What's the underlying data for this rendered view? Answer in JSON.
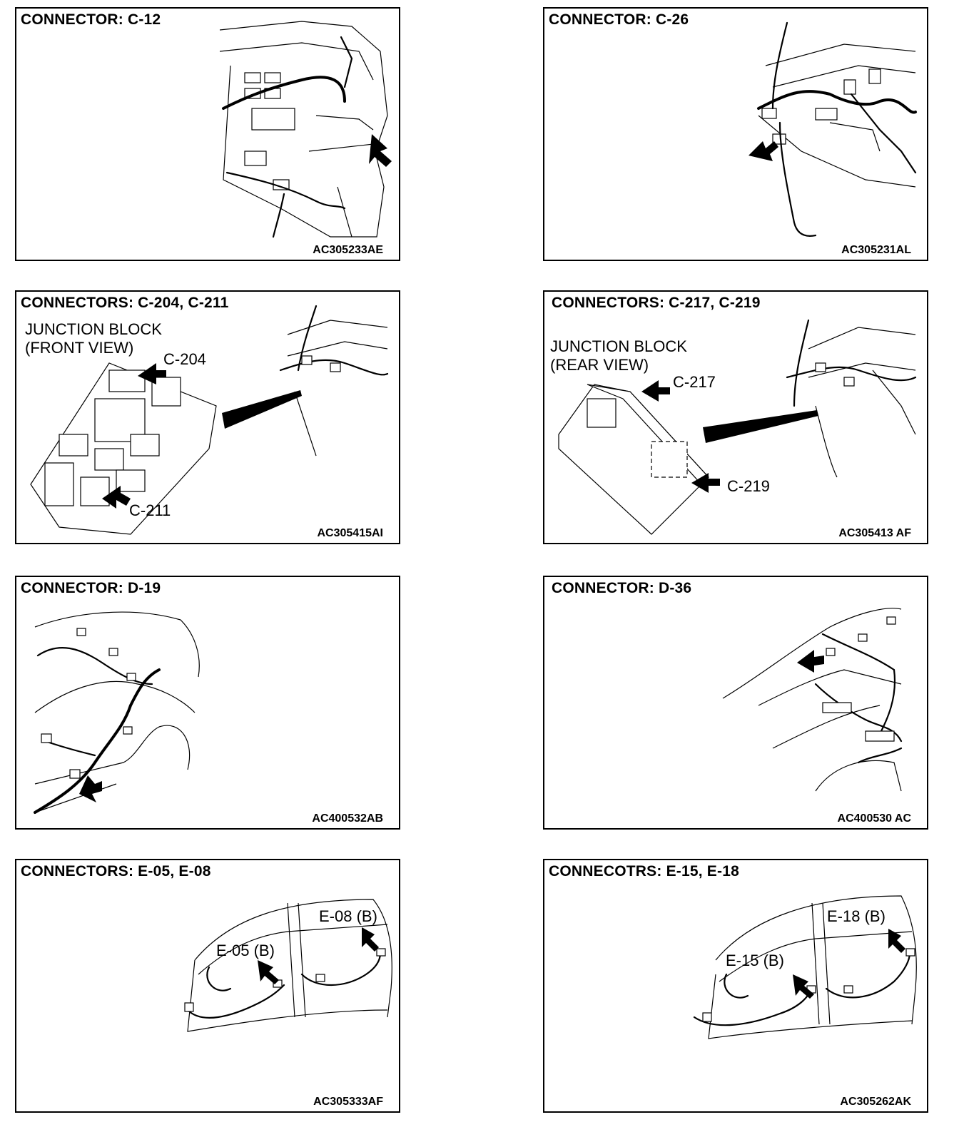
{
  "panels": {
    "c12": {
      "title": "CONNECTOR: C-12",
      "code": "AC305233AE"
    },
    "c26": {
      "title": "CONNECTOR: C-26",
      "code": "AC305231AL"
    },
    "c204": {
      "title": "CONNECTORS: C-204, C-211",
      "subtitle": "JUNCTION BLOCK\n(FRONT VIEW)",
      "label_a": "C-204",
      "label_b": "C-211",
      "code": "AC305415AI"
    },
    "c217": {
      "title": "CONNECTORS: C-217, C-219",
      "subtitle": "JUNCTION BLOCK\n(REAR VIEW)",
      "label_a": "C-217",
      "label_b": "C-219",
      "code": "AC305413 AF"
    },
    "d19": {
      "title": "CONNECTOR: D-19",
      "code": "AC400532AB"
    },
    "d36": {
      "title": "CONNECTOR: D-36",
      "code": "AC400530 AC"
    },
    "e05": {
      "title": "CONNECTORS: E-05, E-08",
      "label_a": "E-05 (B)",
      "label_b": "E-08 (B)",
      "code": "AC305333AF"
    },
    "e15": {
      "title": "CONNECOTRS: E-15, E-18",
      "label_a": "E-15 (B)",
      "label_b": "E-18 (B)",
      "code": "AC305262AK"
    }
  }
}
